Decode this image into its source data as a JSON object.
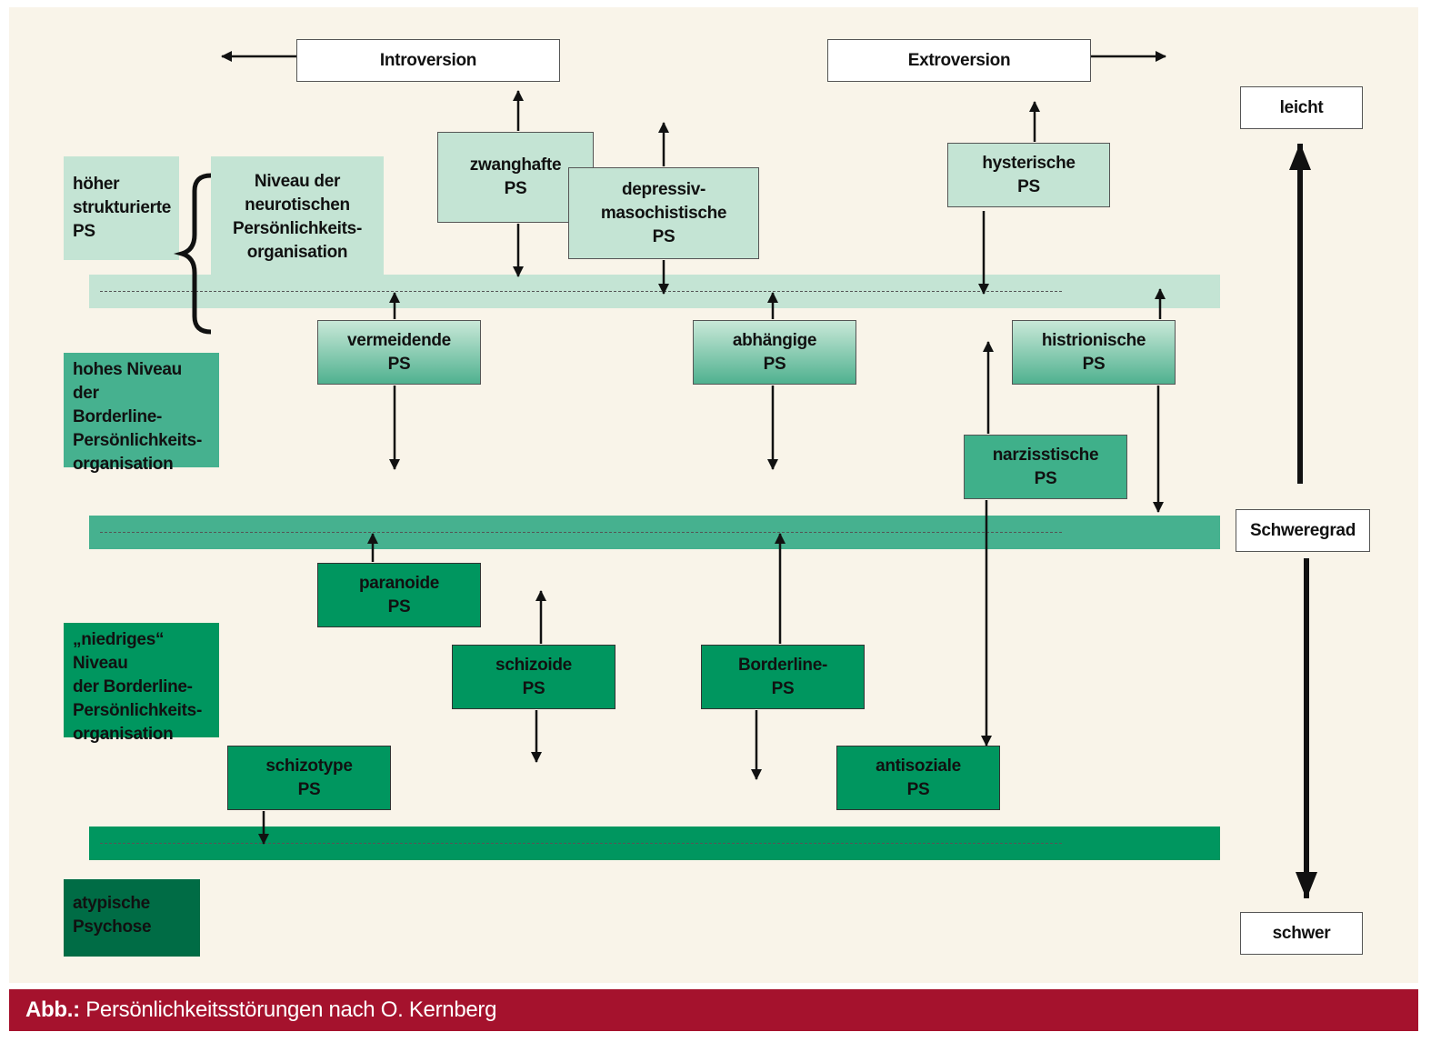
{
  "axis": {
    "introversion": "Introversion",
    "extroversion": "Extroversion",
    "leicht": "leicht",
    "schweregrad": "Schweregrad",
    "schwer": "schwer"
  },
  "levels": {
    "hoeher": [
      "höher",
      "strukturierte",
      "PS"
    ],
    "neurotisch": [
      "Niveau der",
      "neurotischen",
      "Persönlichkeits-",
      "organisation"
    ],
    "hohes_borderline": [
      "hohes Niveau der",
      "Borderline-",
      "Persönlichkeits-",
      "organisation"
    ],
    "niedriges_borderline": [
      "„niedriges“ Niveau",
      "der Borderline-",
      "Persönlichkeits-",
      "organisation"
    ],
    "psychose": [
      "atypische",
      "Psychose"
    ]
  },
  "disorders": {
    "zwanghafte": [
      "zwanghafte",
      "PS"
    ],
    "depressiv": [
      "depressiv-",
      "masochistische",
      "PS"
    ],
    "hysterische": [
      "hysterische",
      "PS"
    ],
    "vermeidende": [
      "vermeidende",
      "PS"
    ],
    "abhaengige": [
      "abhängige",
      "PS"
    ],
    "histrionische": [
      "histrionische",
      "PS"
    ],
    "narzisstische": [
      "narzisstische",
      "PS"
    ],
    "paranoide": [
      "paranoide",
      "PS"
    ],
    "schizoide": [
      "schizoide",
      "PS"
    ],
    "borderline": [
      "Borderline-",
      "PS"
    ],
    "schizotype": [
      "schizotype",
      "PS"
    ],
    "antisoziale": [
      "antisoziale",
      "PS"
    ]
  },
  "caption": {
    "label": "Abb.:",
    "text": " Persönlichkeitsstörungen nach O. Kernberg"
  },
  "colors": {
    "background": "#f9f4e9",
    "pale_green": "#c4e4d4",
    "mid_green": "#3fb08a",
    "dark_green": "#00965f",
    "darkest_green": "#006c45",
    "caption_red": "#a5122d"
  }
}
